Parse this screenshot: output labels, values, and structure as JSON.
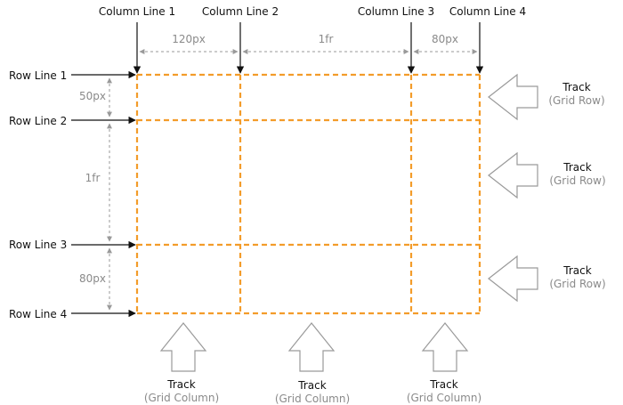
{
  "colors": {
    "grid_line": "#f39c2a",
    "line_arrow": "#111111",
    "dimension": "#9a9a9a",
    "track_arrow_stroke": "#9a9a9a",
    "track_arrow_fill": "#ffffff",
    "label": "#111111",
    "sublabel": "#8a8a8a"
  },
  "column_lines": [
    "Column Line 1",
    "Column Line 2",
    "Column Line 3",
    "Column Line 4"
  ],
  "row_lines": [
    "Row Line 1",
    "Row Line 2",
    "Row Line 3",
    "Row Line 4"
  ],
  "column_sizes": [
    "120px",
    "1fr",
    "80px"
  ],
  "row_sizes": [
    "50px",
    "1fr",
    "80px"
  ],
  "row_tracks": [
    {
      "title": "Track",
      "subtitle": "(Grid Row)"
    },
    {
      "title": "Track",
      "subtitle": "(Grid Row)"
    },
    {
      "title": "Track",
      "subtitle": "(Grid Row)"
    }
  ],
  "column_tracks": [
    {
      "title": "Track",
      "subtitle": "(Grid Column)"
    },
    {
      "title": "Track",
      "subtitle": "(Grid Column)"
    },
    {
      "title": "Track",
      "subtitle": "(Grid Column)"
    }
  ],
  "icons": {
    "line_marker": "arrow-icon",
    "dimension_marker": "double-arrow-icon",
    "track_marker": "hollow-arrow-icon"
  }
}
